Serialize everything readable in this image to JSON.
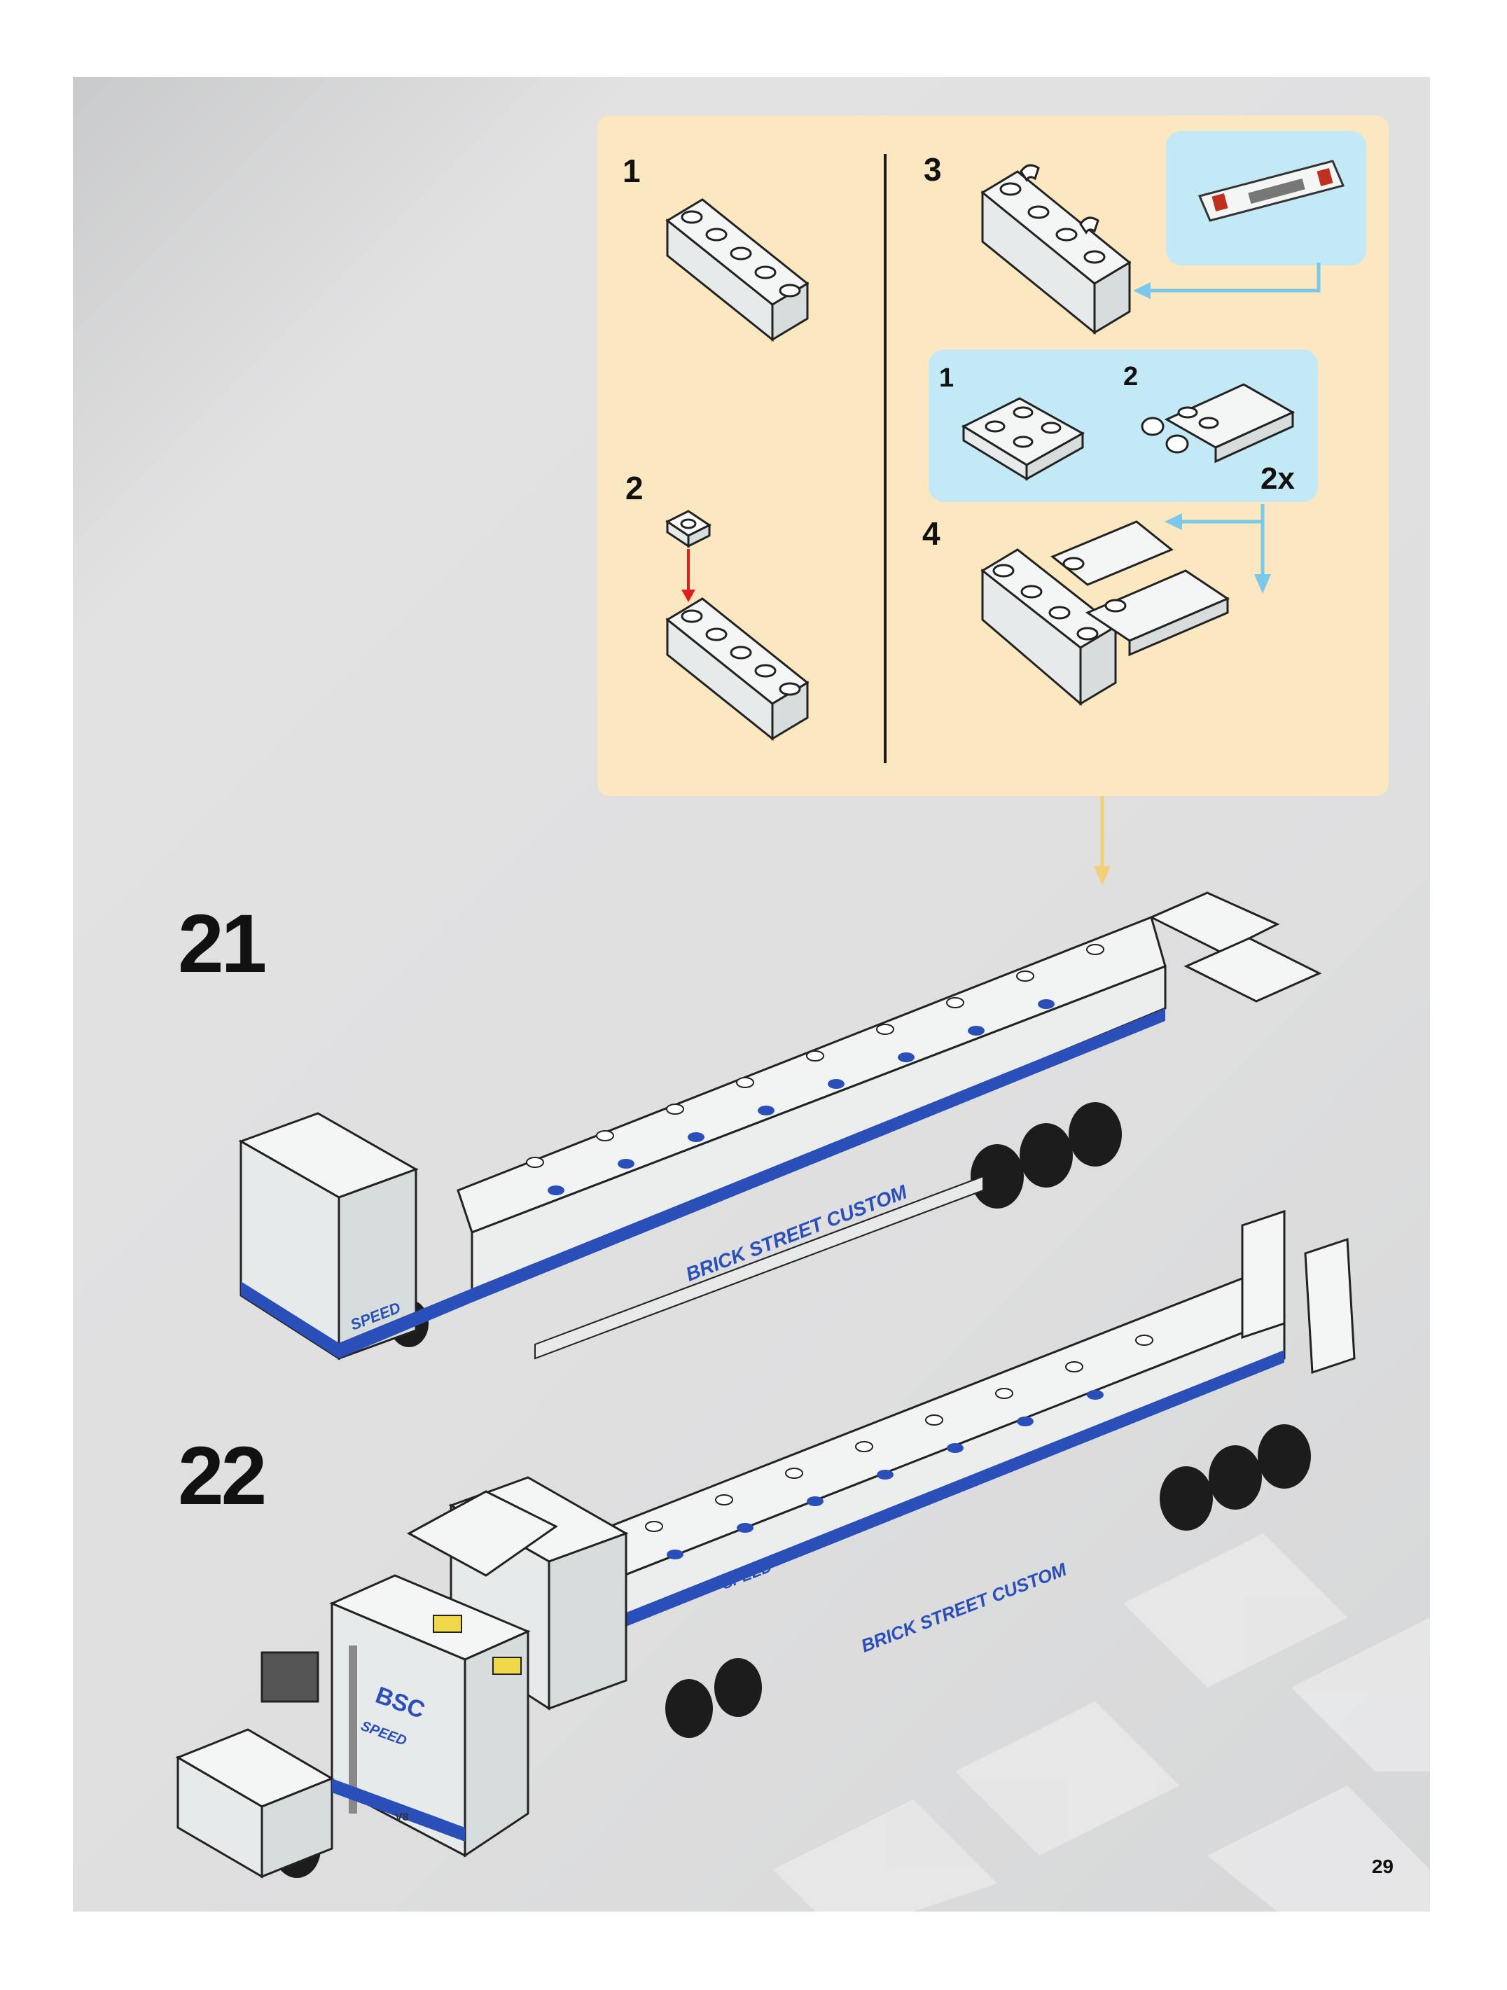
{
  "page": {
    "number": "29",
    "colors": {
      "background": "#dfdfe0",
      "callout": "#fbe8c0",
      "sub_callout": "#c3e9f6",
      "stripe_blue": "#2a4fb8",
      "arrow_blue": "#7cc8ea",
      "arrow_red": "#e02020",
      "leader": "#f3cf7a"
    }
  },
  "callout": {
    "steps": [
      "1",
      "2",
      "3",
      "4"
    ],
    "sub_assembly": {
      "steps": [
        "1",
        "2"
      ],
      "multiplier": "2x"
    }
  },
  "main_steps": [
    "21",
    "22"
  ],
  "decals": {
    "brand": "BRICK STREET CUSTOM",
    "speed": "SPEED",
    "bsc": "BSC",
    "v8": "V8"
  },
  "icons": [
    "brick-icon",
    "plate-icon",
    "arrow-down-icon",
    "arrow-left-icon",
    "sticker-icon"
  ]
}
